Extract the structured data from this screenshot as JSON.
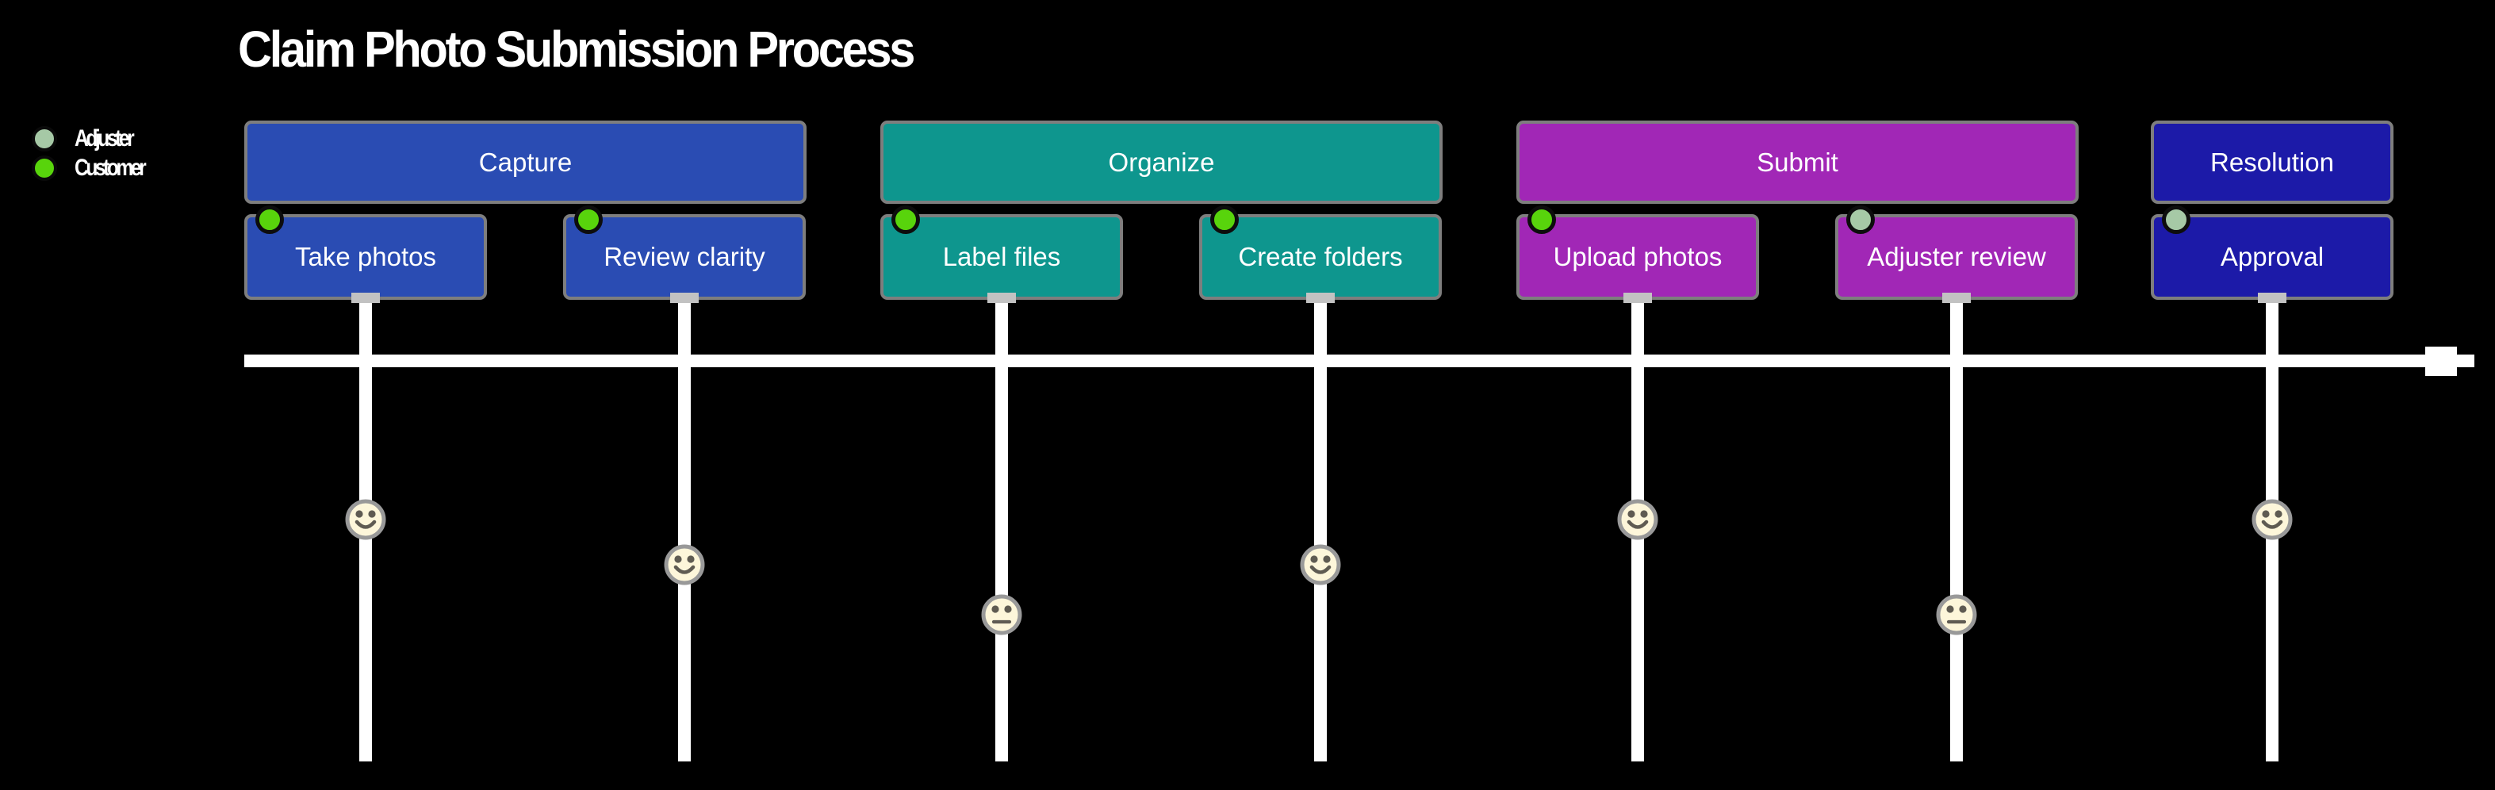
{
  "title": "Claim Photo Submission Process",
  "diagram_type": "user-journey",
  "colors": {
    "background": "#000000",
    "line": "#ffffff",
    "bar_border": "#7e7e7e",
    "text": "#ffffff",
    "face_fill": "#fdf6da",
    "face_ring": "#999999",
    "face_features": "#5f5b52",
    "section_capture": "#2a4cb3",
    "section_organize": "#0e968e",
    "section_submit": "#a127b6",
    "section_resolution": "#1c1aa8",
    "actor_adjuster": "#a6c9a6",
    "actor_customer": "#58d40c"
  },
  "legend": {
    "items": [
      {
        "label": "Adjuster",
        "color": "#a6c9a6"
      },
      {
        "label": "Customer",
        "color": "#58d40c"
      }
    ]
  },
  "sections": [
    {
      "label": "Capture",
      "color": "#2a4cb3",
      "tasks": [
        {
          "label": "Take photos",
          "actor": "Customer",
          "dot_color": "#58d40c",
          "score": 5,
          "face": "happy"
        },
        {
          "label": "Review clarity",
          "actor": "Customer",
          "dot_color": "#58d40c",
          "score": 4,
          "face": "happy"
        }
      ]
    },
    {
      "label": "Organize",
      "color": "#0e968e",
      "tasks": [
        {
          "label": "Label files",
          "actor": "Customer",
          "dot_color": "#58d40c",
          "score": 3,
          "face": "neutral"
        },
        {
          "label": "Create folders",
          "actor": "Customer",
          "dot_color": "#58d40c",
          "score": 4,
          "face": "happy"
        }
      ]
    },
    {
      "label": "Submit",
      "color": "#a127b6",
      "tasks": [
        {
          "label": "Upload photos",
          "actor": "Customer",
          "dot_color": "#58d40c",
          "score": 5,
          "face": "happy"
        },
        {
          "label": "Adjuster review",
          "actor": "Adjuster",
          "dot_color": "#a6c9a6",
          "score": 3,
          "face": "neutral"
        }
      ]
    },
    {
      "label": "Resolution",
      "color": "#1c1aa8",
      "tasks": [
        {
          "label": "Approval",
          "actor": "Adjuster",
          "dot_color": "#a6c9a6",
          "score": 5,
          "face": "happy"
        }
      ]
    }
  ]
}
